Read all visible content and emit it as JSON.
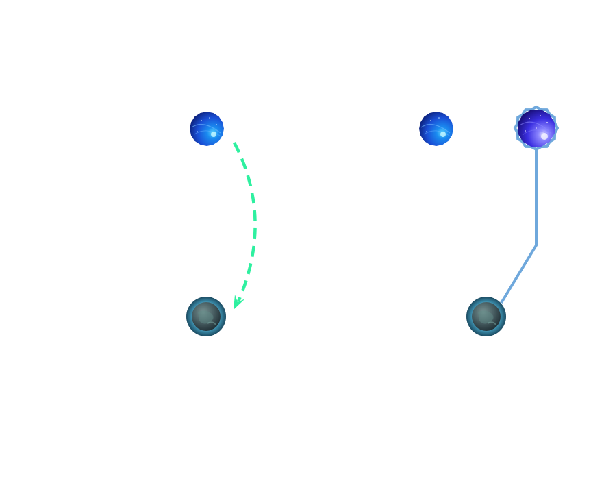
{
  "scene": {
    "background_color": "#ffffff",
    "nodes": [
      {
        "id": "nebula-left",
        "kind": "nebula",
        "selected": false
      },
      {
        "id": "planet-left",
        "kind": "planet",
        "selected": false
      },
      {
        "id": "nebula-right-a",
        "kind": "nebula",
        "selected": false
      },
      {
        "id": "nebula-right-b",
        "kind": "nebula",
        "selected": true
      },
      {
        "id": "planet-right",
        "kind": "planet",
        "selected": false
      }
    ],
    "paths": [
      {
        "id": "move-arrow",
        "from": "nebula-left",
        "to": "planet-left",
        "style": "dashed-arrow"
      },
      {
        "id": "route-line",
        "from": "nebula-right-b",
        "to": "planet-right",
        "style": "solid"
      }
    ]
  },
  "colors": {
    "arrow": "#2ef0a0",
    "route": "#6fa8dc",
    "selection_ring": "#6fa8dc",
    "nebula_dark": "#0a1a6e",
    "nebula_mid": "#1a4fd6",
    "nebula_glow": "#5fd8ff",
    "nebula_selected_dark": "#140a6a",
    "nebula_selected_mid": "#3a2ee0",
    "nebula_selected_glow": "#c9c6ff",
    "planet_rim": "#2a6a86",
    "planet_rim_glow": "#8fd0e8",
    "planet_core": "#3c4e55",
    "planet_core_light": "#6d8a8a"
  }
}
